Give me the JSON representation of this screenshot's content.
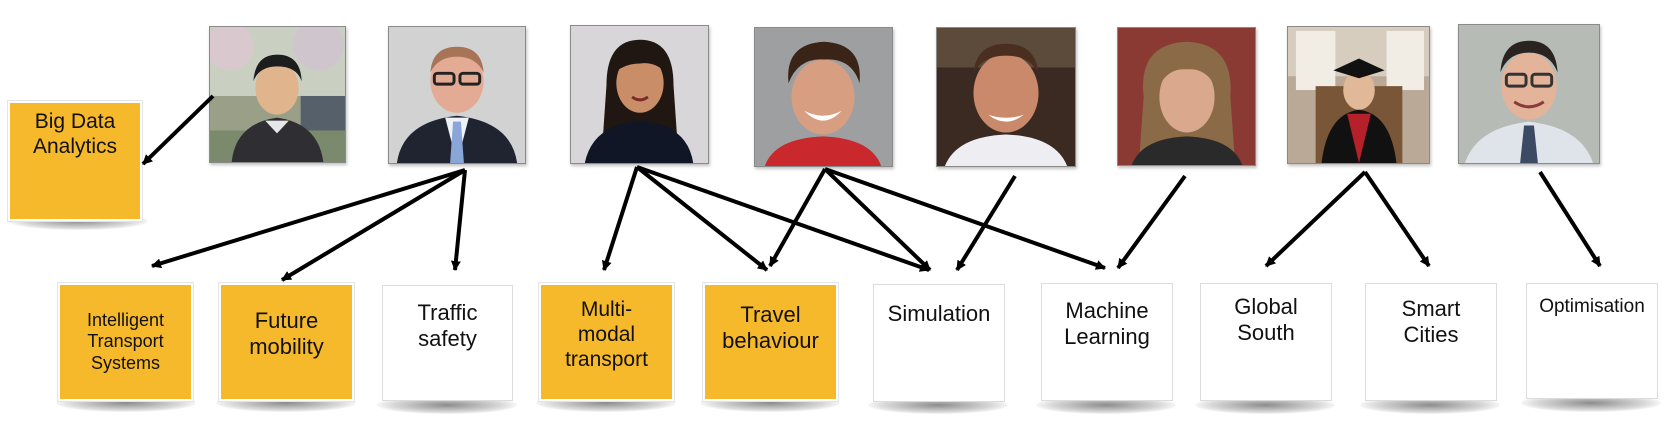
{
  "people": [
    {
      "id": "person-1",
      "description": "young man with black hair, outdoors"
    },
    {
      "id": "person-2",
      "description": "man with glasses, suit and tie"
    },
    {
      "id": "person-3",
      "description": "woman with long dark hair"
    },
    {
      "id": "person-4",
      "description": "smiling man with curly hair"
    },
    {
      "id": "person-5",
      "description": "smiling man with short hair"
    },
    {
      "id": "person-6",
      "description": "woman with wavy brown hair"
    },
    {
      "id": "person-7",
      "description": "woman in graduation cap and gown"
    },
    {
      "id": "person-8",
      "description": "man with glasses and tie"
    }
  ],
  "topics": {
    "big_data": "Big Data\nAnalytics",
    "its": "Intelligent\nTransport\nSystems",
    "future_mobility": "Future\nmobility",
    "traffic_safety": "Traffic\nsafety",
    "multimodal": "Multi-\nmodal\ntransport",
    "travel_behaviour": "Travel\nbehaviour",
    "simulation": "Simulation",
    "machine_learning": "Machine\nLearning",
    "global_south": "Global\nSouth",
    "smart_cities": "Smart\nCities",
    "optimisation": "Optimisation"
  },
  "colors": {
    "highlight": "#f6b92b",
    "plain": "#ffffff",
    "arrow": "#000000"
  },
  "links": [
    [
      "person-1",
      "big_data"
    ],
    [
      "person-2",
      "its"
    ],
    [
      "person-2",
      "future_mobility"
    ],
    [
      "person-2",
      "traffic_safety"
    ],
    [
      "person-3",
      "multimodal"
    ],
    [
      "person-3",
      "travel_behaviour"
    ],
    [
      "person-3",
      "simulation"
    ],
    [
      "person-4",
      "travel_behaviour"
    ],
    [
      "person-4",
      "simulation"
    ],
    [
      "person-4",
      "machine_learning"
    ],
    [
      "person-5",
      "simulation"
    ],
    [
      "person-6",
      "machine_learning"
    ],
    [
      "person-7",
      "global_south"
    ],
    [
      "person-7",
      "smart_cities"
    ],
    [
      "person-8",
      "optimisation"
    ]
  ]
}
